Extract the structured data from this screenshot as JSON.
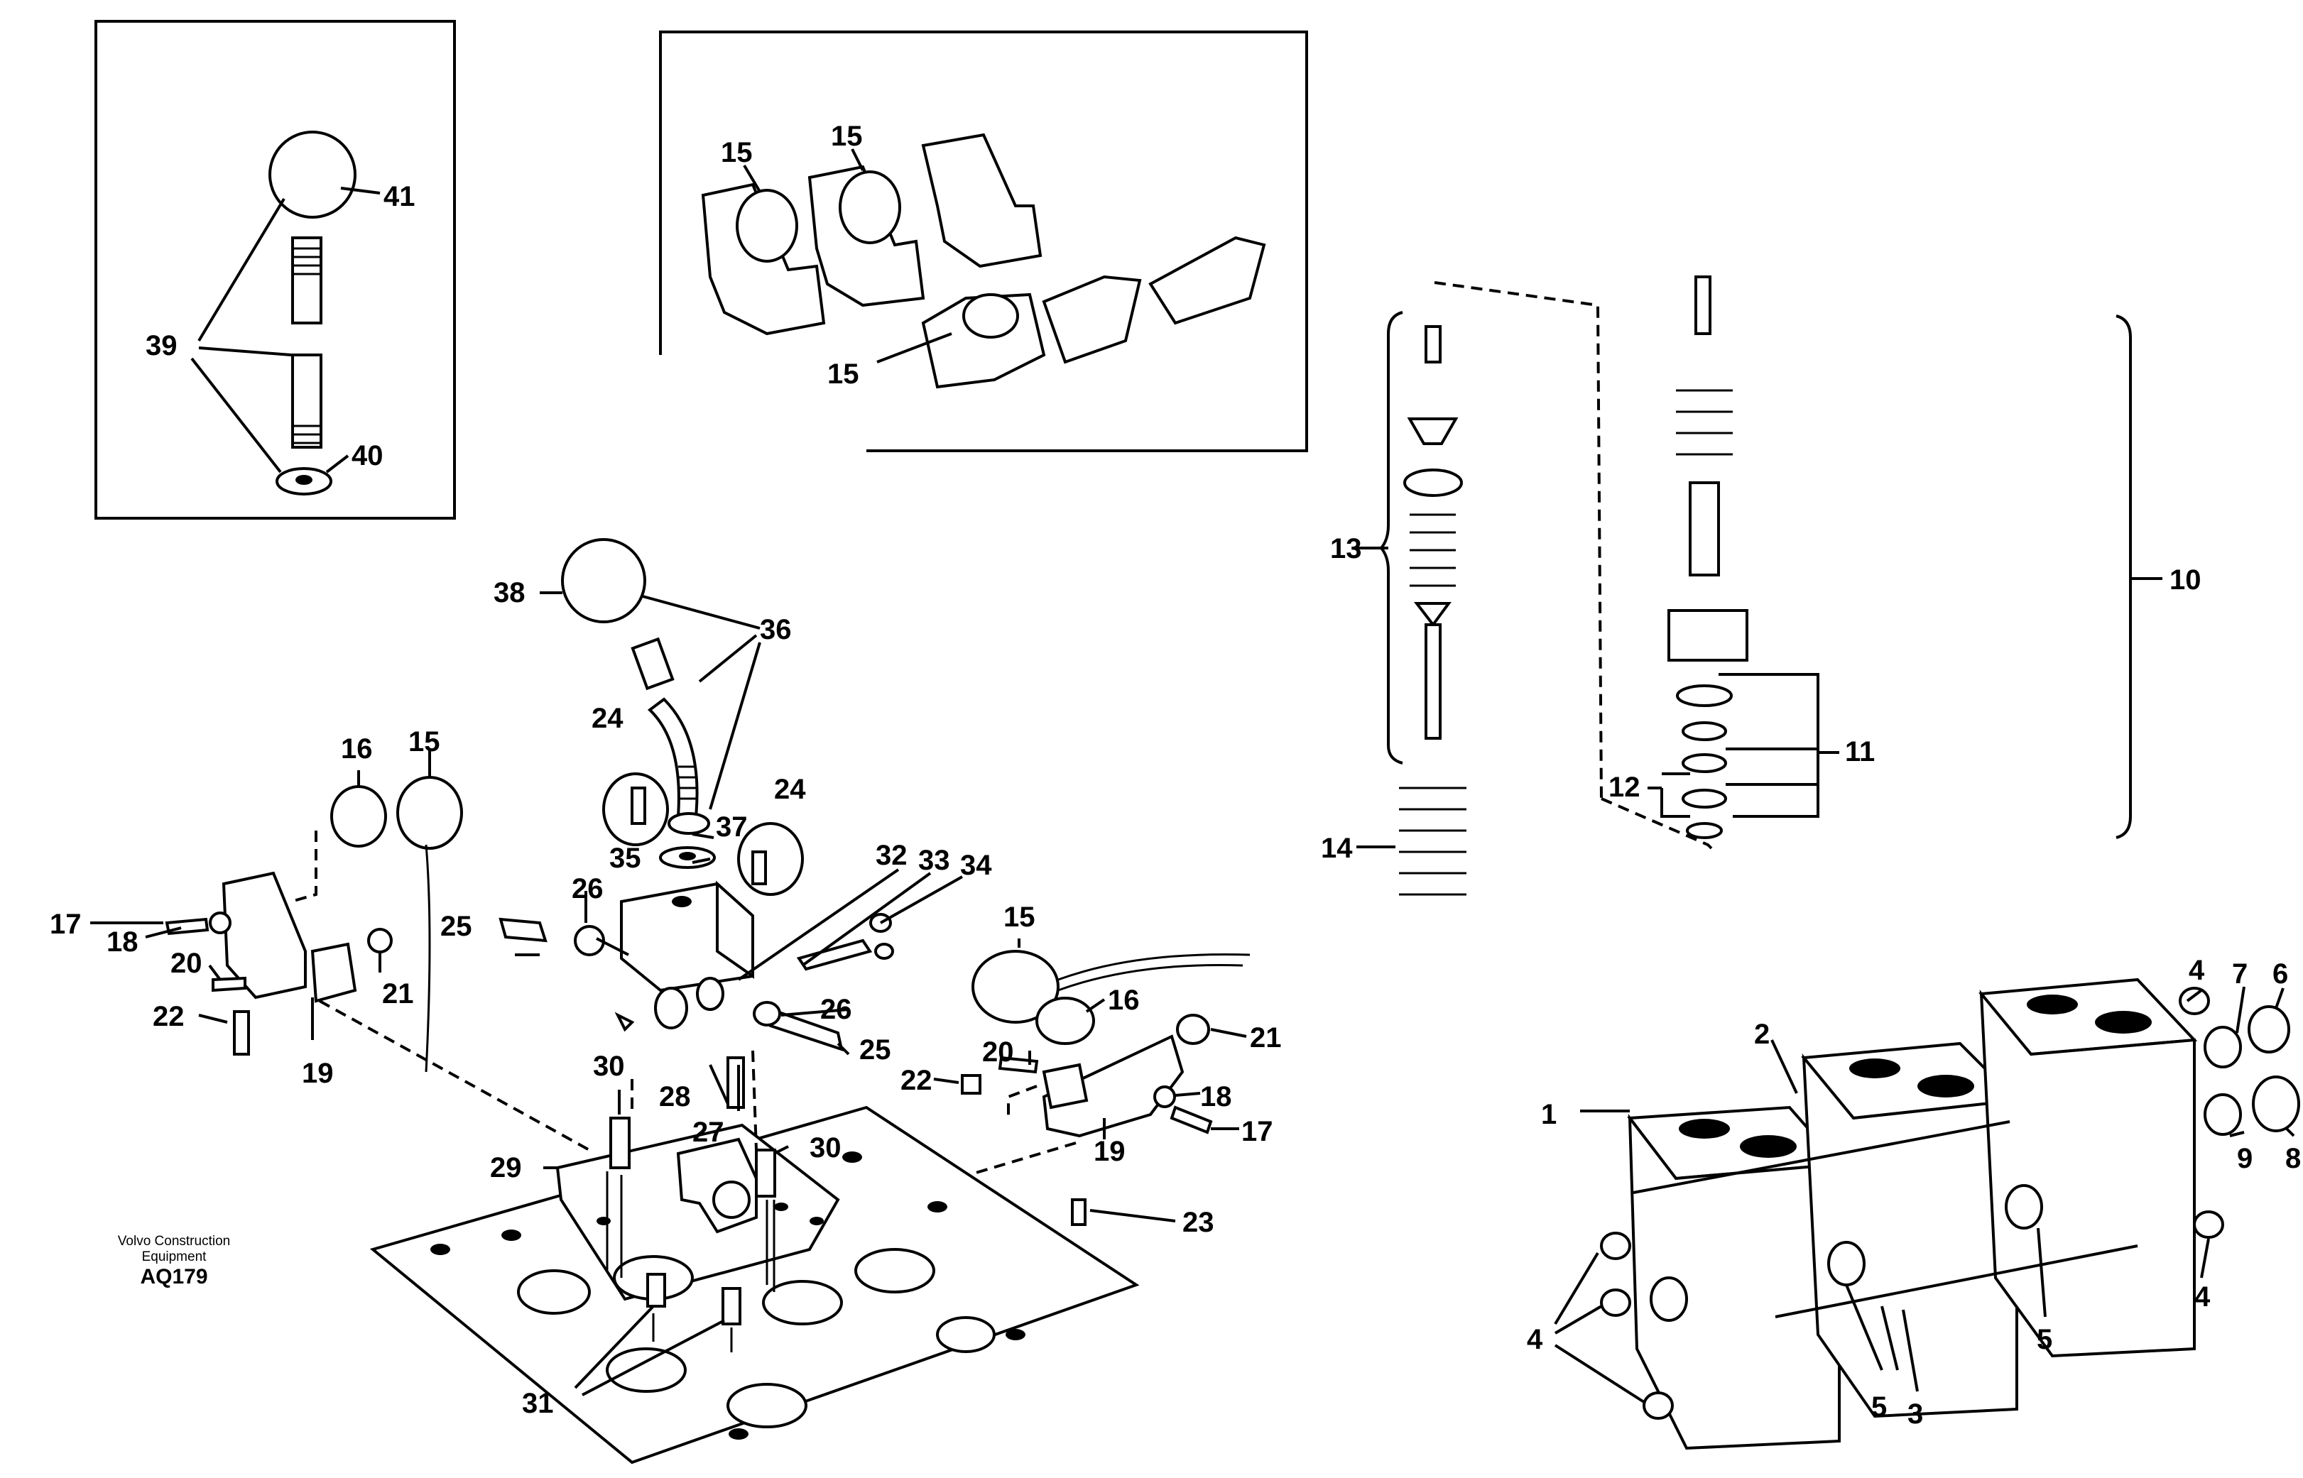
{
  "callouts": {
    "c1": "1",
    "c2": "2",
    "c3": "3",
    "c4": "4",
    "c5": "5",
    "c6": "6",
    "c7": "7",
    "c8": "8",
    "c9": "9",
    "c10": "10",
    "c11": "11",
    "c12": "12",
    "c13": "13",
    "c14": "14",
    "c15": "15",
    "c16": "16",
    "c17": "17",
    "c18": "18",
    "c19": "19",
    "c20": "20",
    "c21": "21",
    "c22": "22",
    "c23": "23",
    "c24": "24",
    "c25": "25",
    "c26": "26",
    "c27": "27",
    "c28": "28",
    "c29": "29",
    "c30": "30",
    "c31": "31",
    "c32": "32",
    "c33": "33",
    "c34": "34",
    "c35": "35",
    "c36": "36",
    "c37": "37",
    "c38": "38",
    "c39": "39",
    "c40": "40",
    "c41": "41"
  },
  "credit": {
    "line1": "Volvo Construction",
    "line2": "Equipment",
    "code": "AQ179"
  }
}
